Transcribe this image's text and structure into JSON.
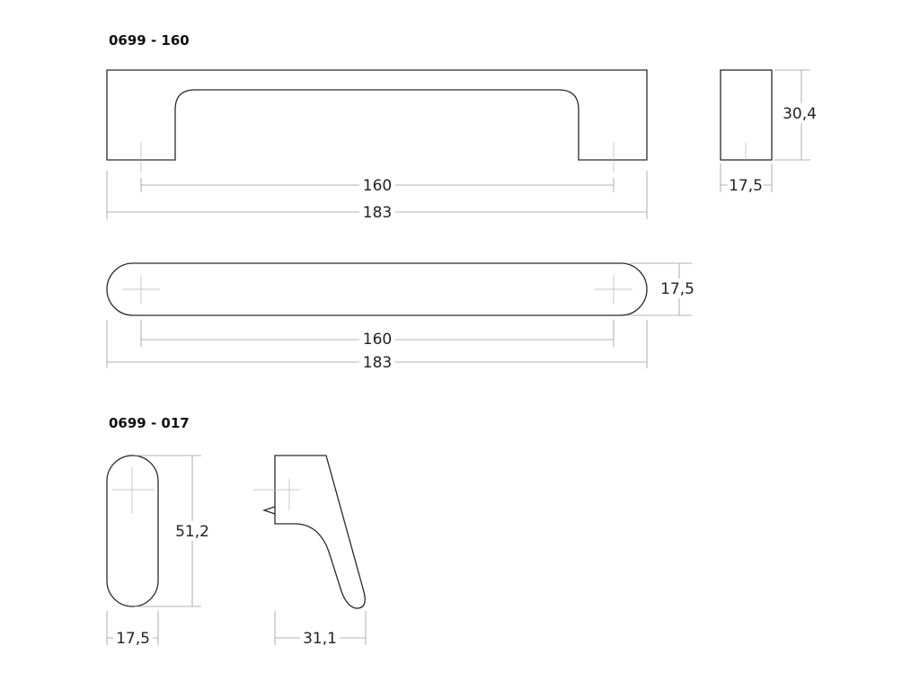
{
  "parts": [
    {
      "code": "0699 - 160",
      "front_view": {
        "center_distance": "160",
        "overall_length": "183"
      },
      "side_view": {
        "height": "30,4",
        "width": "17,5"
      },
      "top_view": {
        "width": "17,5",
        "center_distance": "160",
        "overall_length": "183"
      }
    },
    {
      "code": "0699 - 017",
      "front_view": {
        "height": "51,2",
        "width": "17,5"
      },
      "side_view": {
        "depth": "31,1"
      }
    }
  ]
}
